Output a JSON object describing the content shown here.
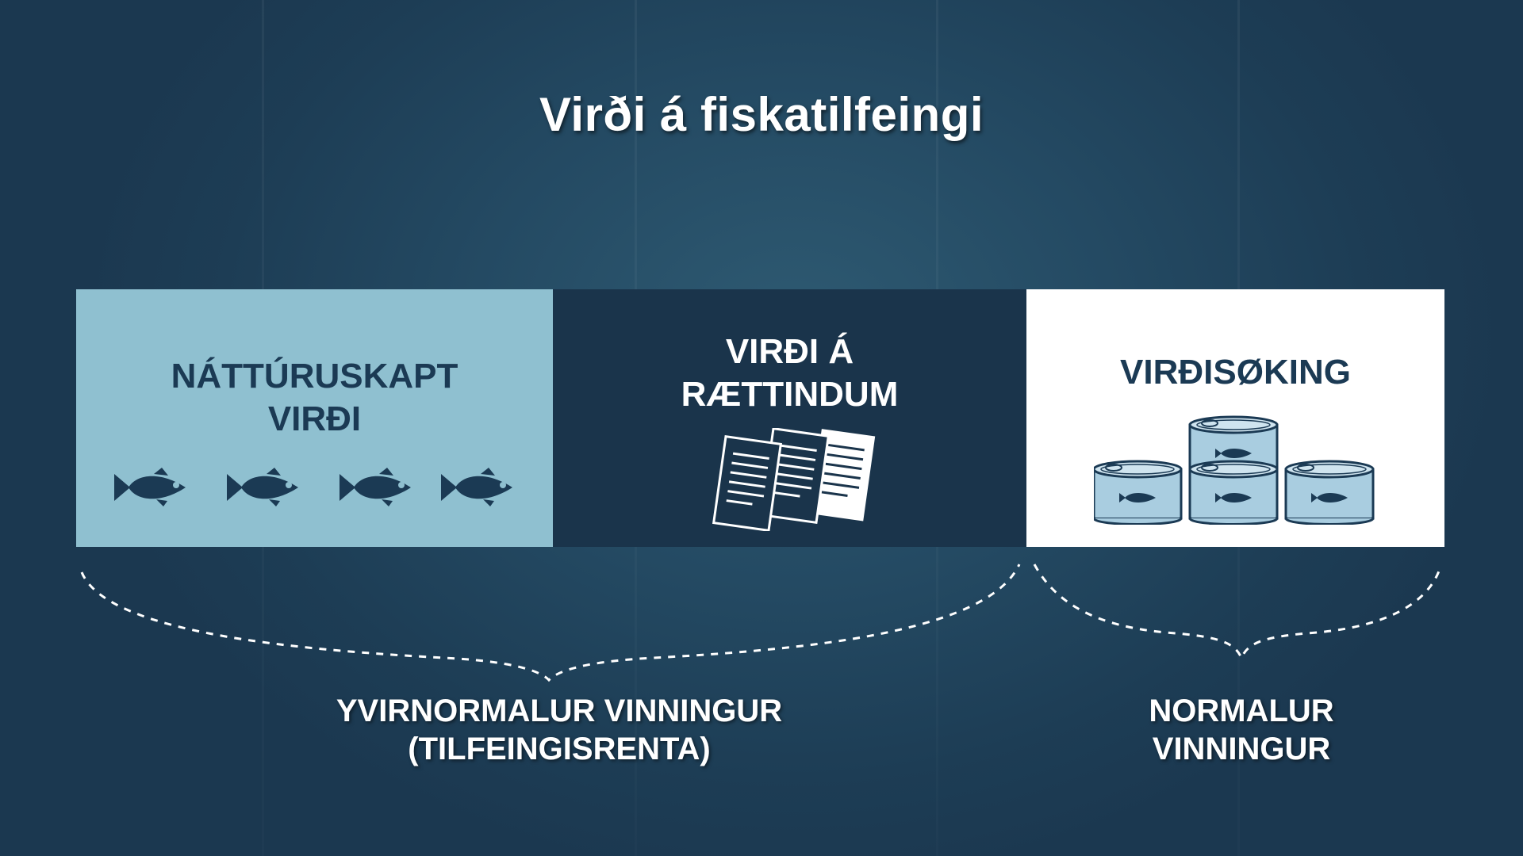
{
  "title": "Virði á fiskatilfeingi",
  "boxes": {
    "nature": {
      "line1": "NÁTTÚRUSKAPT",
      "line2": "VIRÐI",
      "icon": "fish-icon",
      "color": "#8fc0d0"
    },
    "rights": {
      "line1": "VIRÐI Á",
      "line2": "RÆTTINDUM",
      "icon": "documents-icon",
      "color": "#1a344b"
    },
    "processing": {
      "line1": "VIRÐISØKING",
      "icon": "fish-cans-icon",
      "color": "#ffffff"
    }
  },
  "brackets": {
    "left": {
      "line1": "YVIRNORMALUR VINNINGUR",
      "line2": "(TILFEINGISRENTA)"
    },
    "right": {
      "line1": "NORMALUR",
      "line2": "VINNINGUR"
    }
  }
}
